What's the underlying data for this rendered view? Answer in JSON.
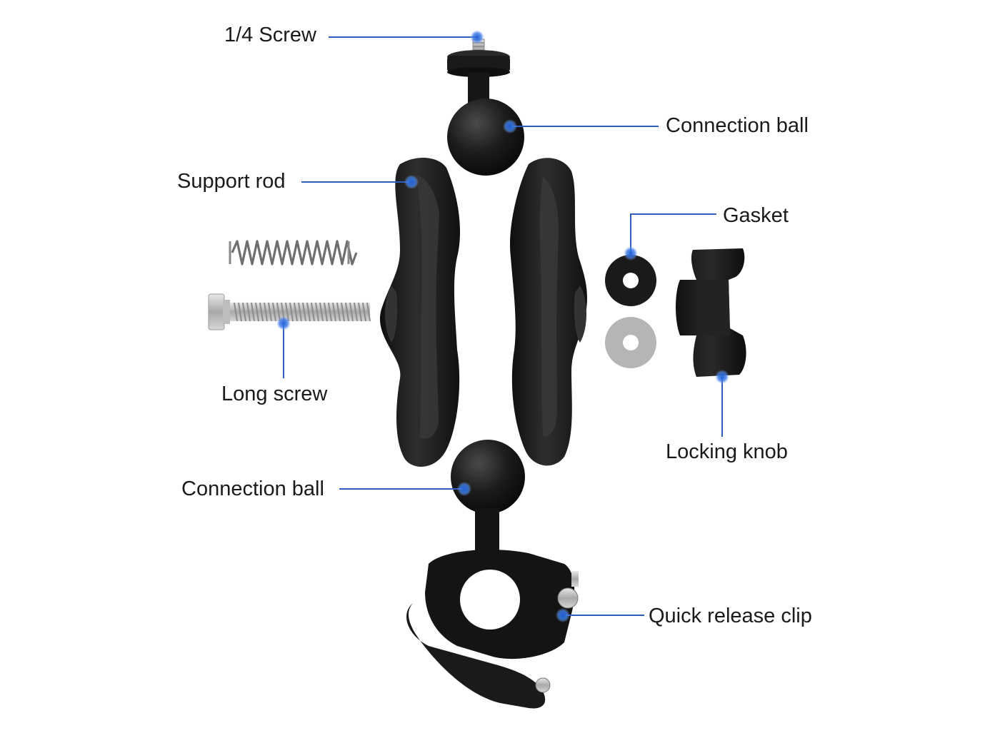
{
  "colors": {
    "leader": "#2f5fbe",
    "dot": "#1f5fd6",
    "part_dark": "#161616",
    "part_mid": "#2b2b2b",
    "metal": "#c8c8c8",
    "gasket_light": "#b5b5b5"
  },
  "labels": {
    "screw_quarter": "1/4 Screw",
    "connection_ball_top": "Connection ball",
    "support_rod": "Support rod",
    "gasket": "Gasket",
    "long_screw": "Long screw",
    "locking_knob": "Locking knob",
    "connection_ball_bottom": "Connection ball",
    "quick_release_clip": "Quick release clip"
  }
}
